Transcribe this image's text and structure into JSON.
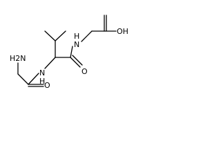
{
  "molecule": {
    "labels": {
      "amine": "H2N",
      "amide_n1": "N",
      "amide_n1_h": "H",
      "amide_n2": "N",
      "amide_n2_h": "H",
      "carbonyl_o1": "O",
      "carbonyl_o2": "O",
      "acid_o": "OH"
    }
  }
}
